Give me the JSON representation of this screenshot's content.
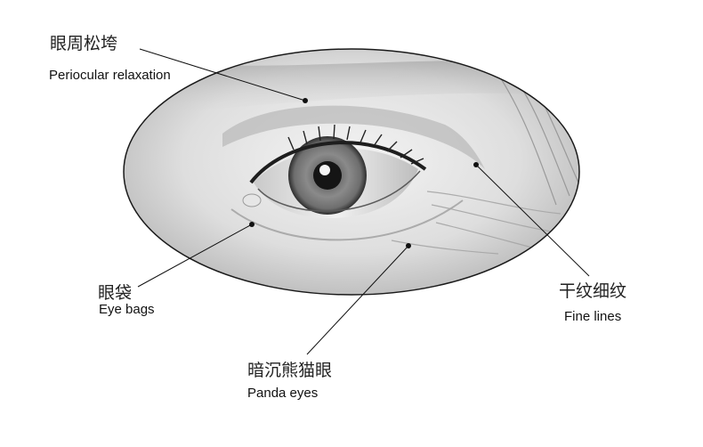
{
  "annotations": [
    {
      "id": "periocular",
      "zh": "眼周松垮",
      "en": "Periocular relaxation"
    },
    {
      "id": "eye-bags",
      "zh": "眼袋",
      "en": "Eye bags"
    },
    {
      "id": "panda-eyes",
      "zh": "暗沉熊猫眼",
      "en": "Panda eyes"
    },
    {
      "id": "fine-lines",
      "zh": "干纹细纹",
      "en": "Fine lines"
    }
  ],
  "colors": {
    "ink": "#111111",
    "skin_light": "#f2f2f2",
    "skin_mid": "#cfcfcf",
    "iris": "#7a7a7a",
    "pupil": "#1a1a1a"
  }
}
